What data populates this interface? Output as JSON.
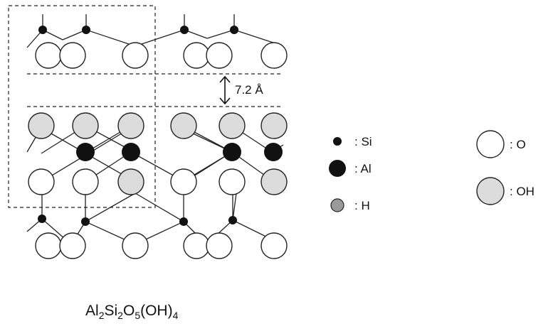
{
  "spacing_label": "7.2 Å",
  "formula": {
    "p1": "Al",
    "s1": "2",
    "p2": "Si",
    "s2": "2",
    "p3": "O",
    "s3": "5",
    "p4": "(OH)",
    "s4": "4"
  },
  "legend": [
    {
      "key": "si",
      "label": ": Si"
    },
    {
      "key": "al",
      "label": ": Al"
    },
    {
      "key": "h",
      "label": ": H"
    },
    {
      "key": "o",
      "label": ": O"
    },
    {
      "key": "oh",
      "label": ": OH"
    }
  ],
  "colors": {
    "line": "#222222",
    "atom_black": "#111111",
    "oh_fill": "#dcdcdc",
    "h_fill": "#9a9a9a",
    "o_fill": "#ffffff"
  }
}
